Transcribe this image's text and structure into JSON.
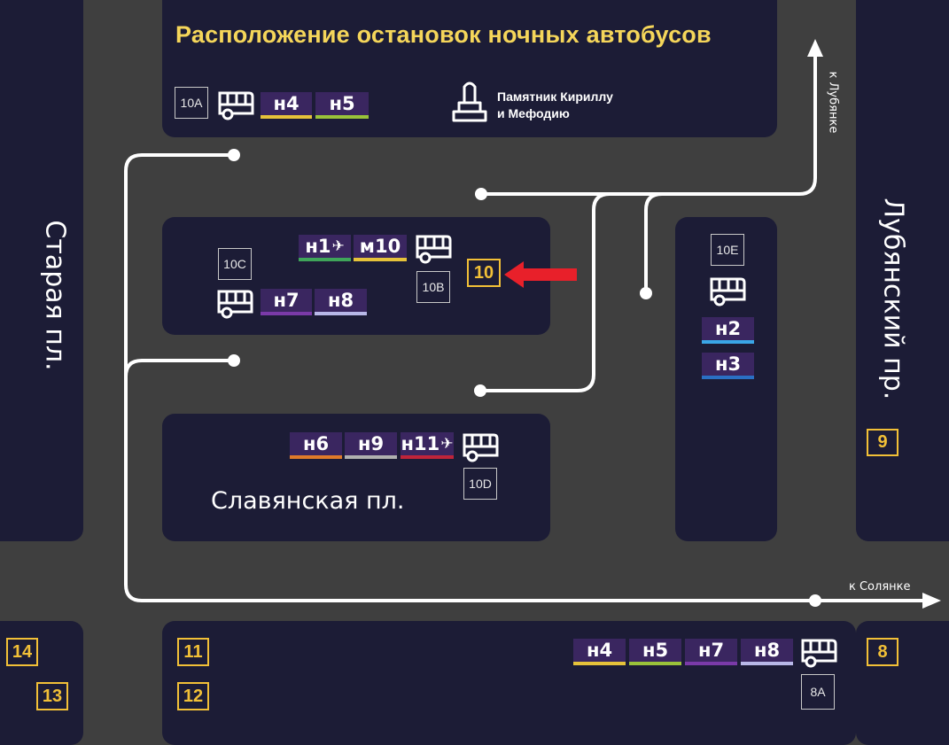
{
  "title": "Расположение остановок ночных автобусов",
  "colors": {
    "background": "#3f3f3f",
    "block": "#1c1c36",
    "title": "#f5d65a",
    "entrance": "#f2c037",
    "route_bg": "#3a2660",
    "arrow": "#e8202a",
    "path": "#ffffff"
  },
  "streets": {
    "staraya": "Старая пл.",
    "lubyansky": "Лубянский пр.",
    "slavyanskaya": "Славянская пл."
  },
  "directions": {
    "to_lubyanka": "к Лубянке",
    "to_solyanka": "к Солянке"
  },
  "landmark": {
    "line1": "Памятник Кириллу",
    "line2": "и Мефодию",
    "icon": "monument-icon"
  },
  "stops": {
    "s10a": "10A",
    "s10b": "10B",
    "s10c": "10C",
    "s10d": "10D",
    "s10e": "10E",
    "s8a": "8A"
  },
  "exits": {
    "e10": "10",
    "e9": "9",
    "e8": "8",
    "e11": "11",
    "e12": "12",
    "e13": "13",
    "e14": "14"
  },
  "routes": {
    "a_n4": "н4",
    "a_n5": "н5",
    "b_n1": "н1",
    "b_m10": "м10",
    "c_n7": "н7",
    "c_n8": "н8",
    "d_n6": "н6",
    "d_n9": "н9",
    "d_n11": "н11",
    "e_n2": "н2",
    "e_n3": "н3",
    "f_n4": "н4",
    "f_n5": "н5",
    "f_n7": "н7",
    "f_n8": "н8"
  },
  "route_colors": {
    "н1": "#3fa55a",
    "м10": "#e6c23a",
    "н2": "#3aa6e6",
    "н3": "#2a6fc4",
    "н4": "#e6c23a",
    "н5": "#9ac23a",
    "н6": "#e07a2a",
    "н7": "#7a3aa8",
    "н8": "#b8b8e8",
    "н9": "#b0b0b0",
    "н11": "#c0243a"
  },
  "you_are_here": {
    "icon": "red-arrow-icon",
    "points_to": "10"
  }
}
